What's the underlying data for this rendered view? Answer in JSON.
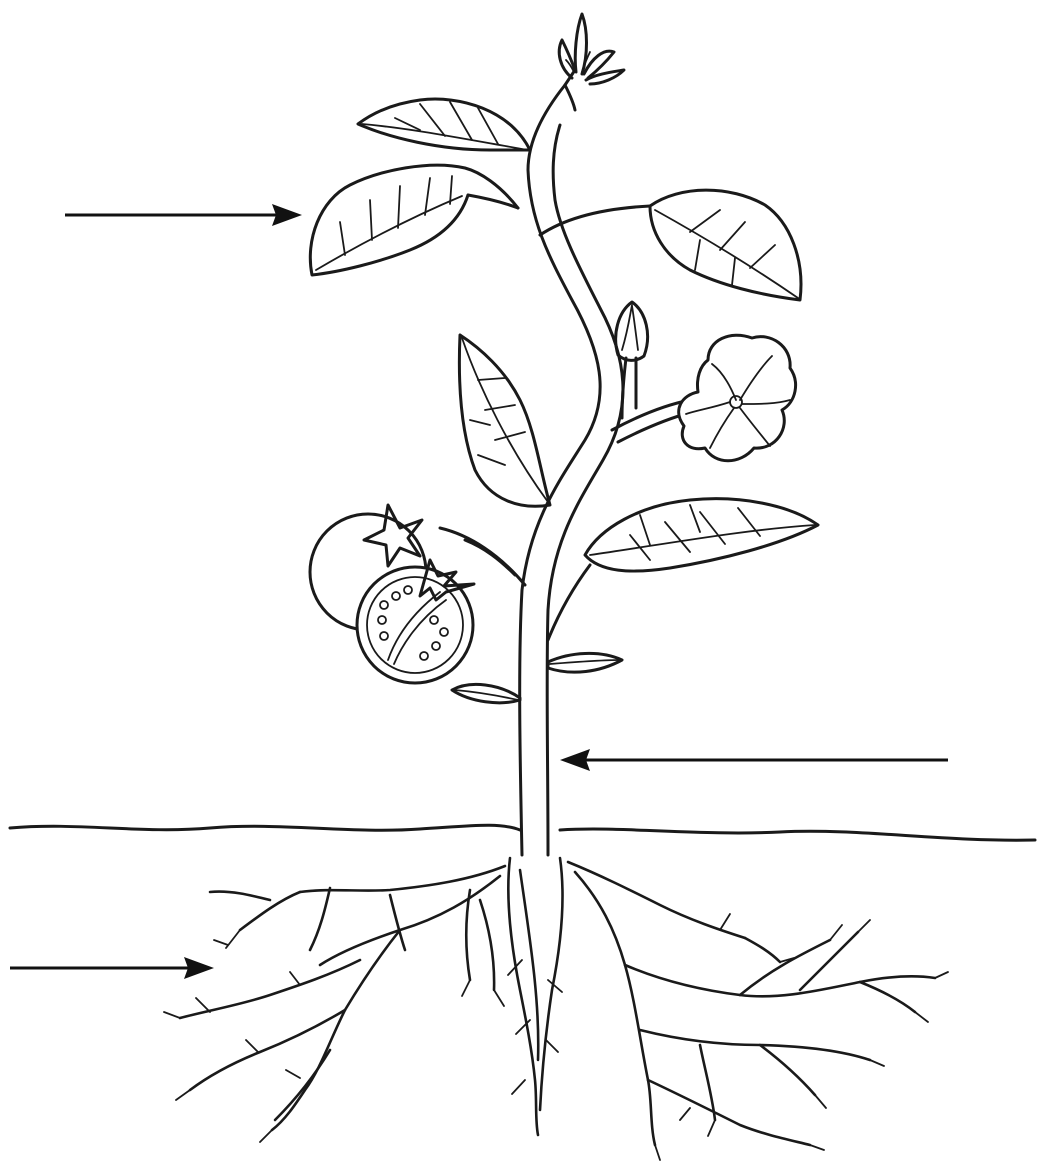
{
  "diagram": {
    "subject": "plant-parts",
    "labels": [],
    "pointers": [
      {
        "id": "pointer-leaf",
        "target": "leaf"
      },
      {
        "id": "pointer-stem",
        "target": "stem"
      },
      {
        "id": "pointer-root",
        "target": "root"
      }
    ],
    "colors": {
      "line": "#1a1a1a",
      "background": "#ffffff"
    }
  }
}
